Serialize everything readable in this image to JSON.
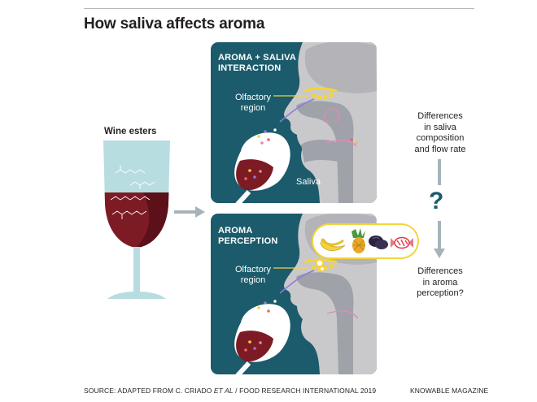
{
  "title": "How saliva affects aroma",
  "glass_label": "Wine esters",
  "panels": [
    {
      "title_line1": "AROMA + SALIVA",
      "title_line2": "INTERACTION",
      "olfactory_line1": "Olfactory",
      "olfactory_line2": "region",
      "saliva_label": "Saliva"
    },
    {
      "title_line1": "AROMA",
      "title_line2": "PERCEPTION",
      "olfactory_line1": "Olfactory",
      "olfactory_line2": "region"
    }
  ],
  "side_top": [
    "Differences",
    "in saliva",
    "composition",
    "and flow rate"
  ],
  "question_mark": "?",
  "side_bottom": [
    "Differences",
    "in aroma",
    "perception?"
  ],
  "footer": {
    "source_prefix": "SOURCE: ADAPTED FROM C. CRIADO ",
    "source_italic": "ET AL",
    "source_suffix": " / FOOD RESEARCH INTERNATIONAL 2019",
    "credit": "KNOWABLE MAGAZINE"
  },
  "thought_bubble_icons": [
    "banana-icon",
    "pineapple-icon",
    "plum-icon",
    "candy-icon"
  ],
  "colors": {
    "panel_teal": "#1b5b6b",
    "wine_red": "#7d1b24",
    "glass_tint": "#b7dde1",
    "head_gray": "#c9c9cc",
    "arrow_gray": "#a7b3bb",
    "olfactory_yellow": "#f4d43a"
  }
}
